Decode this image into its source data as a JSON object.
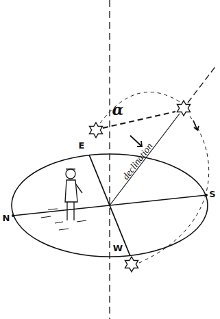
{
  "diagram": {
    "labels": [
      "E",
      "α",
      "declination",
      "N",
      "S",
      "W"
    ]
  }
}
